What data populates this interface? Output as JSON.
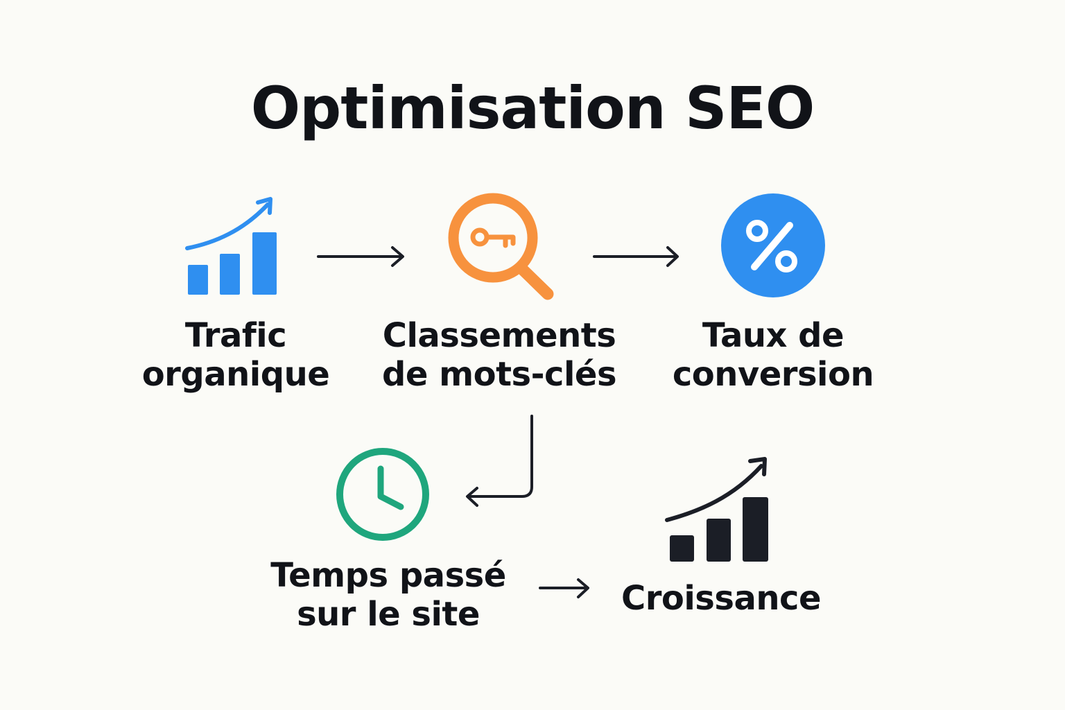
{
  "title": "Optimisation SEO",
  "nodes": [
    {
      "id": "trafic",
      "label_lines": [
        "Trafic",
        "organique"
      ],
      "icon": "bar-chart-growth-icon",
      "color": "#2f8ff0"
    },
    {
      "id": "classements",
      "label_lines": [
        "Classements",
        "de mots-clés"
      ],
      "icon": "magnifier-key-icon",
      "color": "#f7923e"
    },
    {
      "id": "taux",
      "label_lines": [
        "Taux de",
        "conversion"
      ],
      "icon": "percent-circle-icon",
      "color": "#2f8ff0"
    },
    {
      "id": "temps",
      "label_lines": [
        "Temps passé",
        "sur le site"
      ],
      "icon": "clock-icon",
      "color": "#1fa67d"
    },
    {
      "id": "croissance",
      "label_lines": [
        "Croissance"
      ],
      "icon": "growth-chart-icon",
      "color": "#1b1e26"
    }
  ],
  "edges": [
    {
      "from": "trafic",
      "to": "classements"
    },
    {
      "from": "classements",
      "to": "taux"
    },
    {
      "from": "classements",
      "to": "temps"
    },
    {
      "from": "temps",
      "to": "croissance"
    }
  ]
}
